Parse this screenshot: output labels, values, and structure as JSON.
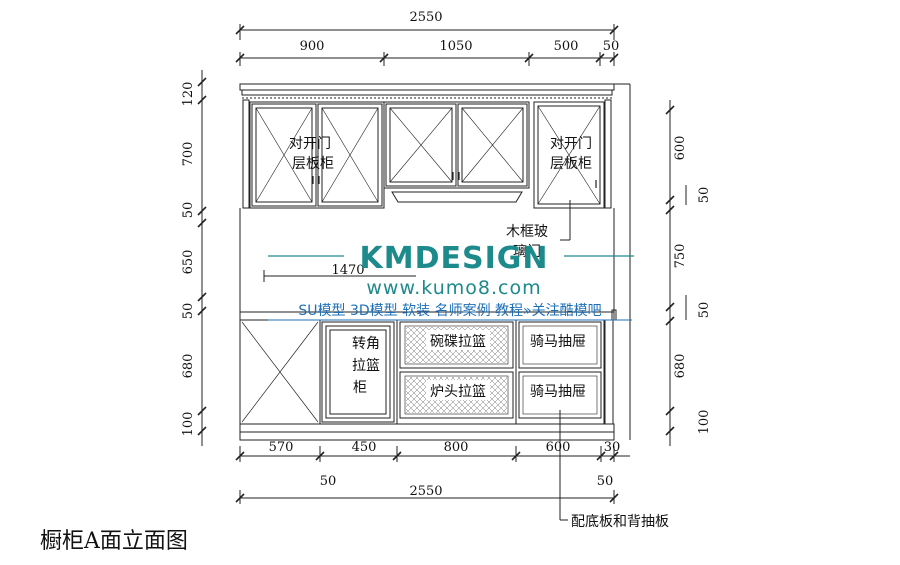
{
  "caption": "橱柜A面立面图",
  "watermark": {
    "brand": "KMDESIGN",
    "url": "www.kumo8.com",
    "tagline": "SU模型 3D模型 软装 名师案例 教程»关注酷模吧"
  },
  "dimensions": {
    "top_total": "2550",
    "top_segments": [
      "900",
      "1050",
      "500",
      "50"
    ],
    "left_heights": [
      "120",
      "700",
      "50",
      "650",
      "50",
      "680",
      "100"
    ],
    "right_heights": [
      "600",
      "50",
      "750",
      "50",
      "680",
      "100"
    ],
    "bottom_segments": [
      "570",
      "450",
      "800",
      "600",
      "30"
    ],
    "bottom_sub": [
      "50",
      "50"
    ],
    "bottom_total": "2550",
    "mid_span": "1470"
  },
  "labels": {
    "upper_left_1": "对开门",
    "upper_left_2": "层板柜",
    "upper_right_1": "对开门",
    "upper_right_2": "层板柜",
    "glass_1": "木框玻",
    "glass_2": "璃门",
    "corner_1": "转角",
    "corner_2": "拉篮",
    "corner_3": "柜",
    "bowl_basket": "碗碟拉篮",
    "stove_basket": "炉头拉篮",
    "drawer_top": "骑马抽屉",
    "drawer_bottom": "骑马抽屉",
    "plinth_note": "配底板和背抽板"
  }
}
